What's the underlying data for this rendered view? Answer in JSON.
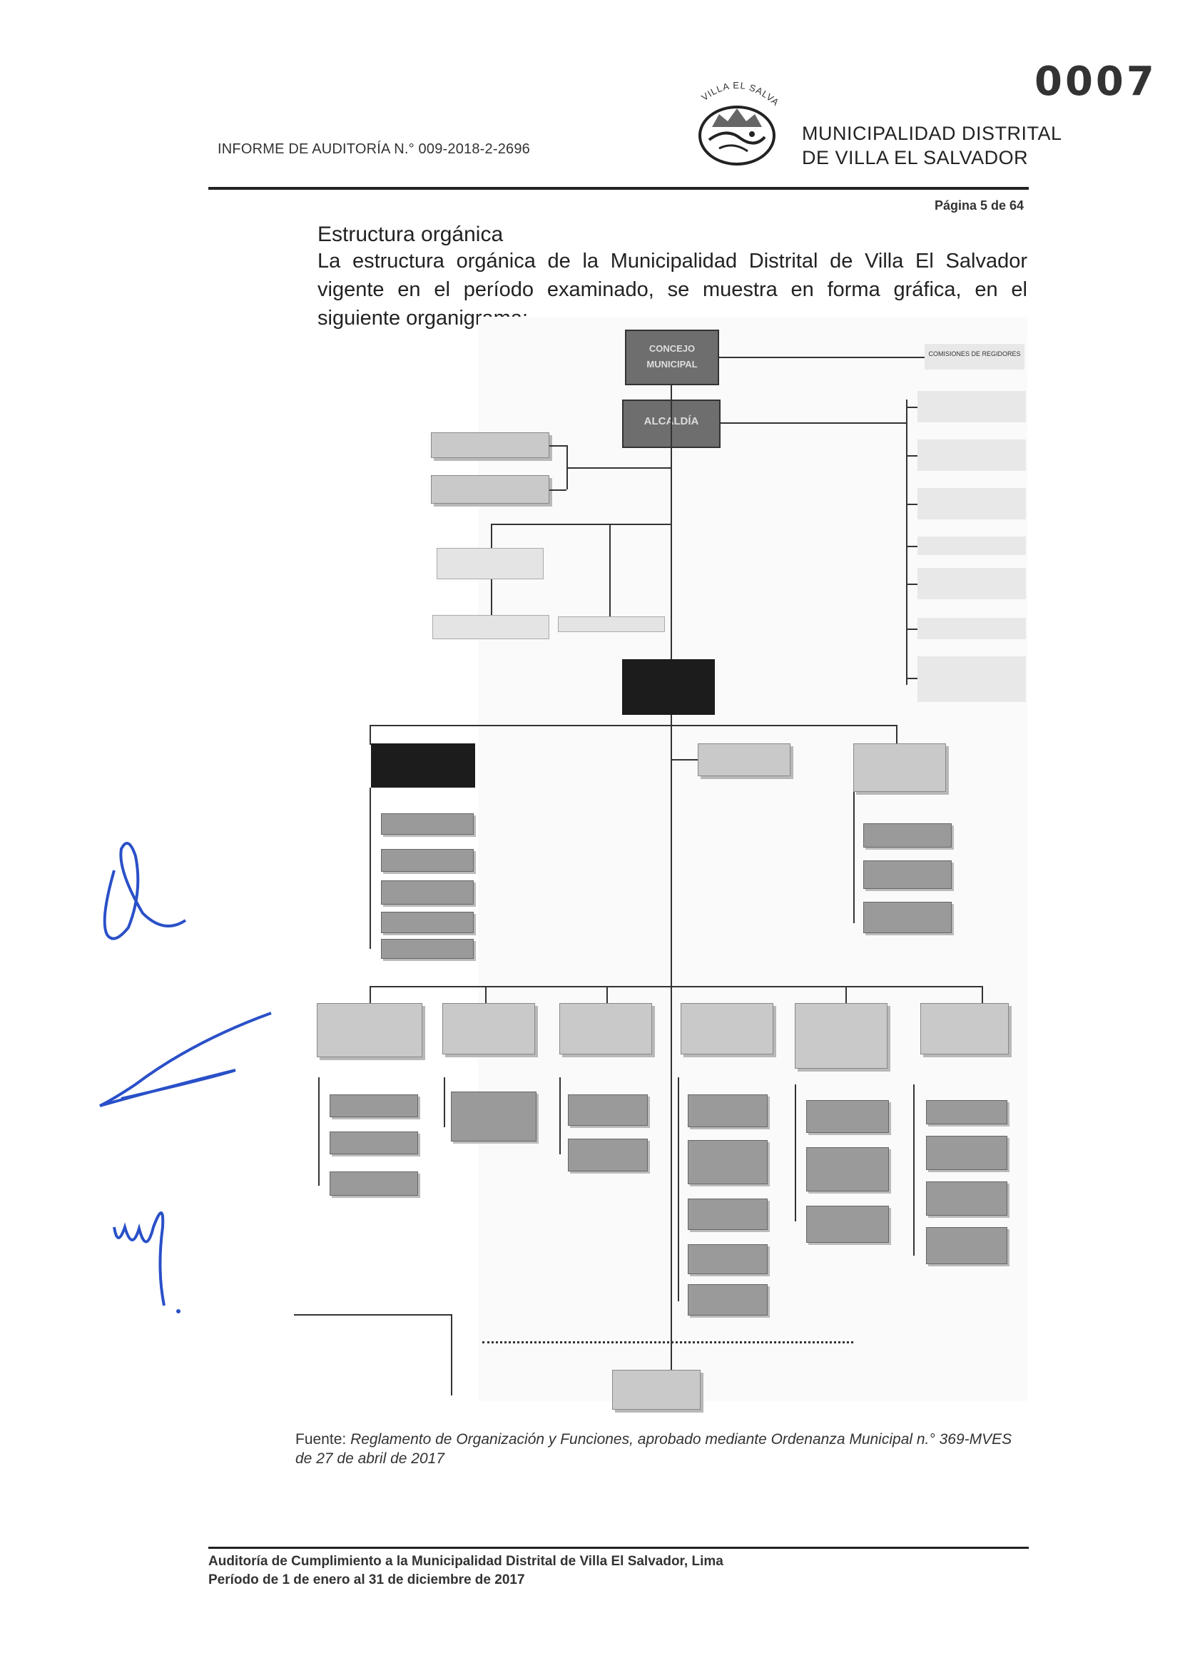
{
  "header": {
    "report_ref": "INFORME DE AUDITORÍA N.° 009-2018-2-2696",
    "logo_text": "VILLA EL SALVADOR",
    "muni_line1": "MUNICIPALIDAD DISTRITAL",
    "muni_line2": "DE VILLA EL SALVADOR",
    "stamp_number": "0007",
    "page_number": "Página 5 de 64"
  },
  "section": {
    "title": "Estructura orgánica",
    "body": "La estructura orgánica de la Municipalidad Distrital de Villa El Salvador vigente en el período examinado, se muestra en forma gráfica, en el siguiente organigrama:"
  },
  "org_chart": {
    "concejo": "CONCEJO MUNICIPAL",
    "alcaldia": "ALCALDÍA",
    "comisiones": "COMISIONES DE REGIDORES"
  },
  "caption": {
    "label": "Fuente:",
    "text": "Reglamento de Organización y Funciones, aprobado mediante Ordenanza Municipal n.° 369-MVES de 27 de abril de 2017"
  },
  "footer": {
    "line1": "Auditoría de Cumplimiento a la Municipalidad Distrital de Villa El Salvador, Lima",
    "line2": "Período de 1 de enero al 31 de diciembre de 2017"
  }
}
